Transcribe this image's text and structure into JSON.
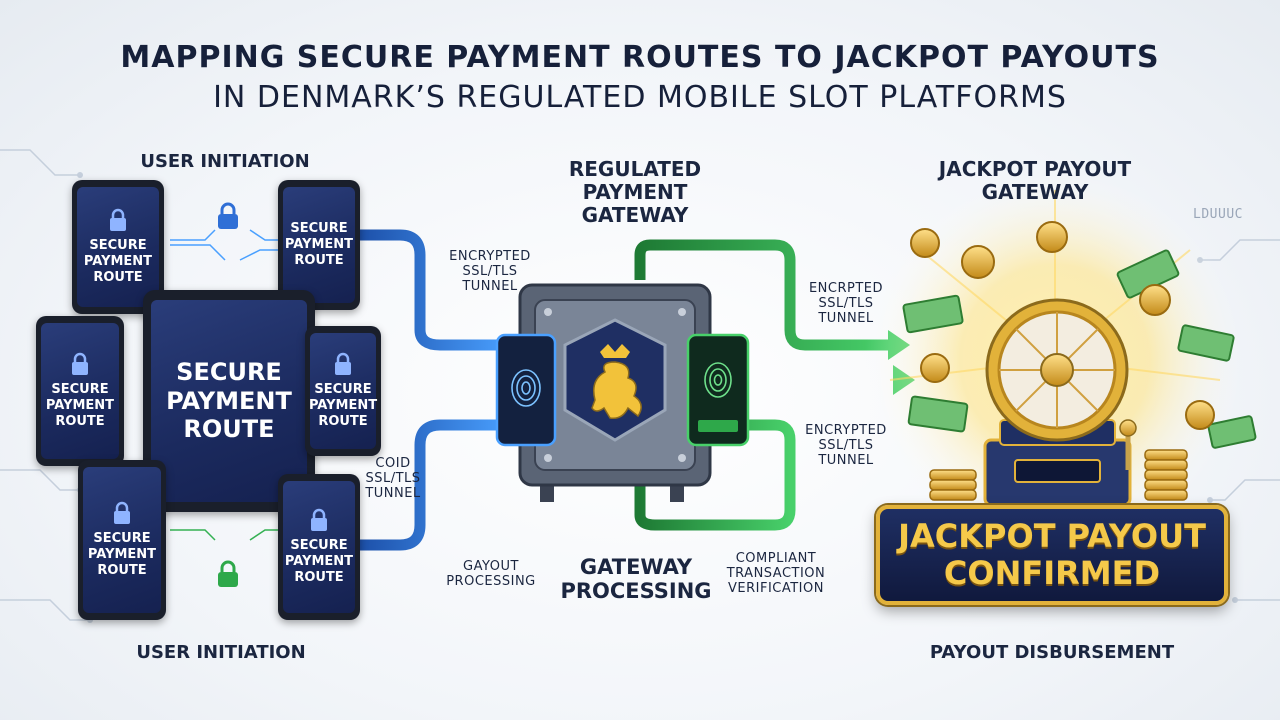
{
  "title": {
    "line1": "MAPPING SECURE PAYMENT ROUTES TO JACKPOT PAYOUTS",
    "line2": "IN DENMARK’S REGULATED MOBILE SLOT PLATFORMS"
  },
  "labels": {
    "user_initiation_top": "USER INITIATION",
    "user_initiation_bottom": "USER INITIATION",
    "regulated_gateway": "REGULATED PAYMENT GATEWAY",
    "jackpot_gateway": "JACKPOT PAYOUT GATEWAY",
    "tunnel_left_top": "ENCRYPTED SSL/TLS TUNNEL",
    "tunnel_left_bottom": "COID SSL/TLS TUNNEL",
    "tunnel_right_top": "ENCRPTED SSL/TLS TUNNEL",
    "tunnel_right_bottom": "ENCRYPTED SSL/TLS TUNNEL",
    "gayout_processing": "GAYOUT PROCESSING",
    "gateway_processing": "GATEWAY PROCESSING",
    "compliant_verification": "COMPLIANT TRANSACTION VERIFICATION",
    "payout_disbursement": "PAYOUT DISBURSEMENT",
    "circuit_text": "LDUUUC"
  },
  "phones": {
    "p1": "SECURE PAYMENT ROUTE",
    "p2": "SECURE PAYMENT ROUTE",
    "p3": "SECURE PAYMENT ROUTE",
    "tablet": "SECURE PAYMENT ROUTE",
    "p4": "SECURE PAYMENT ROUTE",
    "p5": "SECURE PAYMENT ROUTE",
    "p6": "SECURE PAYMENT ROUTE"
  },
  "banner": {
    "line1": "JACKPOT PAYOUT",
    "line2": "CONFIRMED"
  },
  "colors": {
    "blue_route": "#2f6fd6",
    "green_route": "#2ea84a",
    "gold": "#e2b23a",
    "navy": "#1b2a5e"
  }
}
